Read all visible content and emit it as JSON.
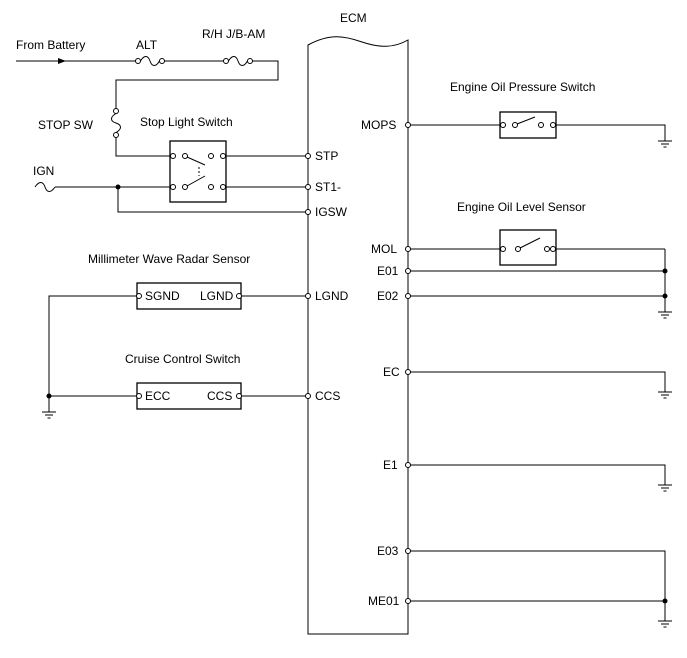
{
  "ecm": {
    "title": "ECM",
    "pins": {
      "stp": "STP",
      "st1": "ST1-",
      "igsw": "IGSW",
      "lgnd": "LGND",
      "ccs": "CCS",
      "mops": "MOPS",
      "mol": "MOL",
      "e01": "E01",
      "e02": "E02",
      "ec": "EC",
      "e1": "E1",
      "e03": "E03",
      "me01": "ME01"
    }
  },
  "labels": {
    "from_battery": "From Battery",
    "alt_fuse": "ALT",
    "rh_jb_fuse": "R/H J/B-AM",
    "stop_sw_fuse": "STOP SW",
    "ign_fuse": "IGN",
    "stop_light_switch": "Stop Light Switch",
    "radar_sensor": "Millimeter Wave Radar Sensor",
    "cruise_switch": "Cruise Control Switch",
    "oil_pressure_switch": "Engine Oil Pressure Switch",
    "oil_level_sensor": "Engine Oil Level Sensor"
  },
  "radar_sensor": {
    "sgnd": "SGND",
    "lgnd": "LGND"
  },
  "cruise_switch": {
    "ecc": "ECC",
    "ccs": "CCS"
  }
}
